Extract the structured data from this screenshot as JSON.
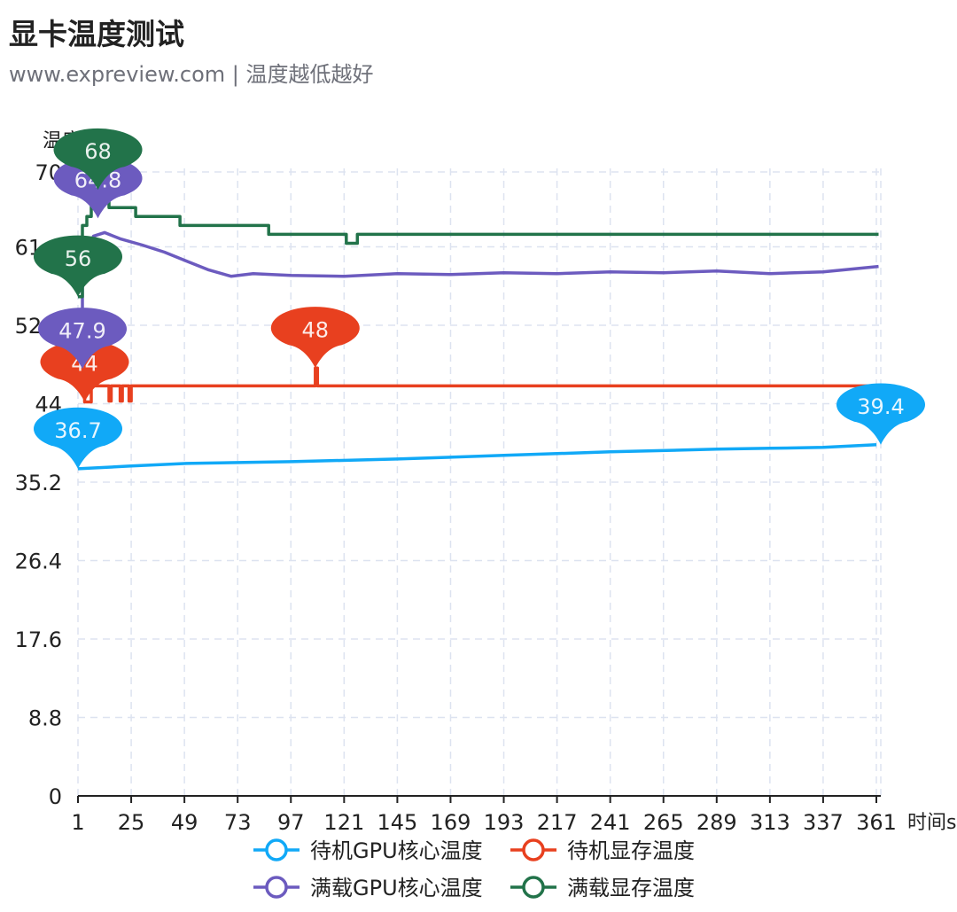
{
  "header": {
    "title": "显卡温度测试",
    "subtitle": "www.expreview.com | 温度越低越好"
  },
  "chart_data": {
    "type": "line",
    "title": "显卡温度测试",
    "subtitle": "www.expreview.com | 温度越低越好",
    "xlabel": "时间s",
    "ylabel": "温度℃",
    "x_ticks": [
      1,
      25,
      49,
      73,
      97,
      121,
      145,
      169,
      193,
      217,
      241,
      265,
      289,
      313,
      337,
      361
    ],
    "y_ticks": [
      "0",
      "8.8",
      "17.6",
      "26.4",
      "35.2",
      "44",
      "52.8",
      "61.6",
      "70"
    ],
    "xlim": [
      1,
      363
    ],
    "ylim": [
      0,
      70.4
    ],
    "grid": true,
    "legend_position": "bottom",
    "series": [
      {
        "name": "待机GPU核心温度",
        "color": "#11a9f7",
        "points": [
          [
            1,
            36.7
          ],
          [
            24,
            37
          ],
          [
            50,
            37.3
          ],
          [
            97,
            37.5
          ],
          [
            145,
            37.8
          ],
          [
            193,
            38.2
          ],
          [
            241,
            38.6
          ],
          [
            289,
            38.9
          ],
          [
            313,
            39.0
          ],
          [
            337,
            39.1
          ],
          [
            361,
            39.4
          ]
        ],
        "markers": [
          {
            "label": "36.7",
            "x": 1,
            "y": 36.7
          },
          {
            "label": "39.4",
            "x": 363,
            "y": 39.4
          }
        ]
      },
      {
        "name": "待机显存温度",
        "color": "#e8401f",
        "points": [
          [
            1,
            46.0
          ],
          [
            4,
            46.0
          ],
          [
            4,
            44.2
          ],
          [
            7,
            44.2
          ],
          [
            7,
            46.0
          ],
          [
            15,
            46.0
          ],
          [
            15,
            44.3
          ],
          [
            16,
            44.3
          ],
          [
            16,
            46.0
          ],
          [
            20,
            46.0
          ],
          [
            20,
            44.3
          ],
          [
            21,
            44.3
          ],
          [
            21,
            46.0
          ],
          [
            24,
            46.0
          ],
          [
            24,
            44.3
          ],
          [
            25,
            44.3
          ],
          [
            25,
            46.0
          ],
          [
            108,
            46.0
          ],
          [
            108,
            48
          ],
          [
            109,
            48
          ],
          [
            109,
            46.0
          ],
          [
            362,
            46.0
          ]
        ],
        "markers": [
          {
            "label": "44",
            "x": 4,
            "y": 44.2
          },
          {
            "label": "48",
            "x": 108,
            "y": 48
          }
        ]
      },
      {
        "name": "满载GPU核心温度",
        "color": "#6c5bbf",
        "points": [
          [
            1,
            47.9
          ],
          [
            3,
            47.9
          ],
          [
            3,
            57
          ],
          [
            5,
            61
          ],
          [
            8,
            62.8
          ],
          [
            13,
            63.2
          ],
          [
            20,
            62.5
          ],
          [
            30,
            61.8
          ],
          [
            40,
            61.0
          ],
          [
            50,
            60.0
          ],
          [
            60,
            59.0
          ],
          [
            70,
            58.3
          ],
          [
            80,
            58.6
          ],
          [
            97,
            58.4
          ],
          [
            121,
            58.3
          ],
          [
            145,
            58.6
          ],
          [
            169,
            58.5
          ],
          [
            193,
            58.7
          ],
          [
            217,
            58.6
          ],
          [
            241,
            58.8
          ],
          [
            265,
            58.7
          ],
          [
            289,
            58.9
          ],
          [
            313,
            58.6
          ],
          [
            337,
            58.8
          ],
          [
            362,
            59.4
          ]
        ],
        "markers": [
          {
            "label": "47.9",
            "x": 3,
            "y": 47.9
          },
          {
            "label": "64.8",
            "x": 10,
            "y": 64.8
          }
        ]
      },
      {
        "name": "满载显存温度",
        "color": "#22734a",
        "points": [
          [
            1,
            56
          ],
          [
            3,
            56
          ],
          [
            3,
            64
          ],
          [
            5,
            64
          ],
          [
            5,
            65
          ],
          [
            7,
            65
          ],
          [
            7,
            68
          ],
          [
            13,
            68
          ],
          [
            13,
            68
          ],
          [
            15,
            68
          ],
          [
            15,
            66
          ],
          [
            27,
            66
          ],
          [
            27,
            65
          ],
          [
            47,
            65
          ],
          [
            47,
            64
          ],
          [
            87,
            64
          ],
          [
            87,
            63
          ],
          [
            122,
            63
          ],
          [
            122,
            62
          ],
          [
            127,
            62
          ],
          [
            127,
            63
          ],
          [
            362,
            63
          ]
        ],
        "markers": [
          {
            "label": "56",
            "x": 1,
            "y": 56
          },
          {
            "label": "68",
            "x": 10,
            "y": 68
          }
        ]
      }
    ]
  }
}
